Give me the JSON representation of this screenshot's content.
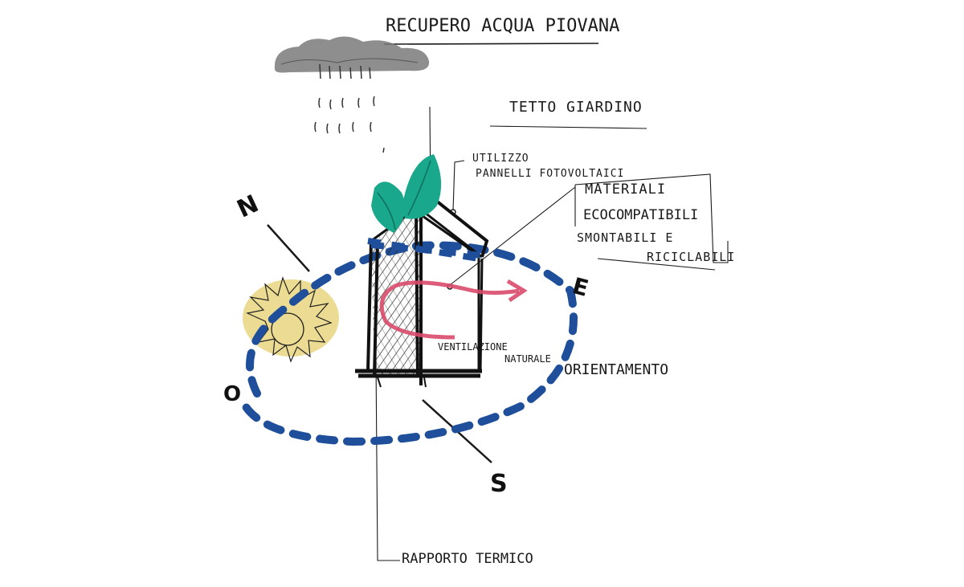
{
  "title": "RECUPERO ACQUA PIOVANA",
  "labels": {
    "roof_garden": "TETTO GIARDINO",
    "pv_line1": "UTILIZZO",
    "pv_line2": "PANNELLI FOTOVOLTAICI",
    "materials_line1": "MATERIALI",
    "materials_line2": "ECOCOMPATIBILI",
    "materials_line3": "SMONTABILI E",
    "materials_line4": "RICICLABILI",
    "ventilation_line1": "VENTILAZIONE",
    "ventilation_line2": "NATURALE",
    "orientation": "ORIENTAMENTO",
    "ratio": "RAPPORTO TERMICO"
  },
  "compass": {
    "north": "N",
    "east": "E",
    "west": "O",
    "south": "S"
  },
  "colors": {
    "ink": "#1a1a1a",
    "cloud": "#7a7a7a",
    "leaves": "#1aa88c",
    "sun": "#e6cf6e",
    "sun_path": "#1f4f9a",
    "airflow": "#d84a6a"
  },
  "icons": [
    "cloud-icon",
    "rain-icon",
    "leaf-icon",
    "sun-icon",
    "house-icon"
  ]
}
